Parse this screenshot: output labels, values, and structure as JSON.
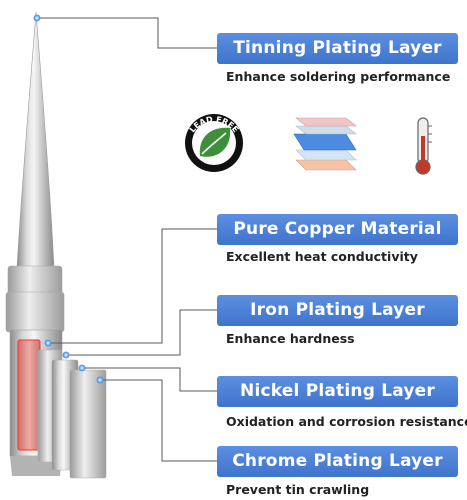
{
  "layers": [
    {
      "title": "Tinning Plating Layer",
      "description": "Enhance soldering performance"
    },
    {
      "title": "Pure Copper Material",
      "description": "Excellent heat conductivity"
    },
    {
      "title": "Iron Plating Layer",
      "description": "Enhance hardness"
    },
    {
      "title": "Nickel Plating Layer",
      "description": "Oxidation and corrosion resistance"
    },
    {
      "title": "Chrome Plating Layer",
      "description": "Prevent tin crawling"
    }
  ],
  "badges": {
    "lead_free_text": "LEAD FREE",
    "icons": [
      "lead-free-leaf-icon",
      "stacked-layers-icon",
      "thermometer-icon"
    ]
  },
  "colors": {
    "label_blue": "#4a80d8",
    "copper": "#e88f86",
    "dot_blue": "#5aa2ff",
    "leaf_green": "#3e8f3a"
  }
}
